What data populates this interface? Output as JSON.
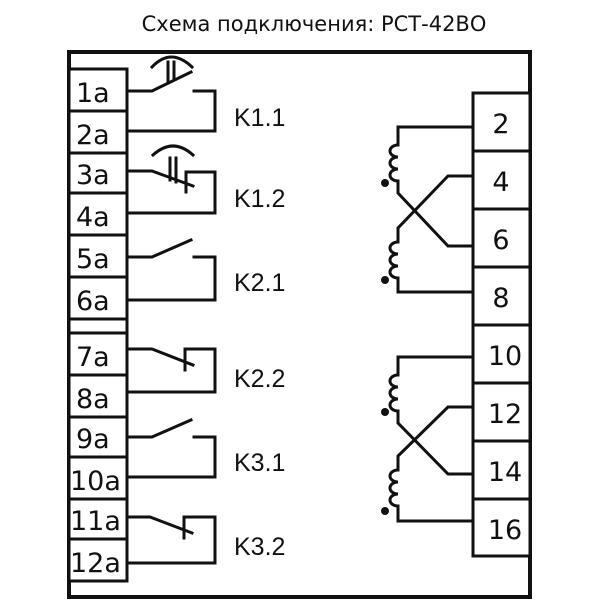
{
  "title": "Схема подключения: РСТ-42ВО",
  "left_terminals": [
    "1a",
    "2a",
    "3a",
    "4a",
    "5a",
    "6a",
    "7a",
    "8a",
    "9a",
    "10a",
    "11a",
    "12a"
  ],
  "right_terminals": [
    "2",
    "4",
    "6",
    "8",
    "10",
    "12",
    "14",
    "16"
  ],
  "contacts": [
    {
      "label": "K1.1",
      "type": "normally-open-time-delay",
      "terminals": [
        "1a",
        "2a"
      ]
    },
    {
      "label": "K1.2",
      "type": "normally-closed-time-delay",
      "terminals": [
        "3a",
        "4a"
      ]
    },
    {
      "label": "K2.1",
      "type": "normally-open",
      "terminals": [
        "5a",
        "6a"
      ]
    },
    {
      "label": "K2.2",
      "type": "normally-closed",
      "terminals": [
        "7a",
        "8a"
      ]
    },
    {
      "label": "K3.1",
      "type": "normally-open",
      "terminals": [
        "9a",
        "10a"
      ]
    },
    {
      "label": "K3.2",
      "type": "normally-closed",
      "terminals": [
        "11a",
        "12a"
      ]
    }
  ],
  "coils": [
    {
      "name": "coil-pair-1",
      "terminals": [
        "2",
        "4",
        "6",
        "8"
      ]
    },
    {
      "name": "coil-pair-2",
      "terminals": [
        "10",
        "12",
        "14",
        "16"
      ]
    }
  ]
}
